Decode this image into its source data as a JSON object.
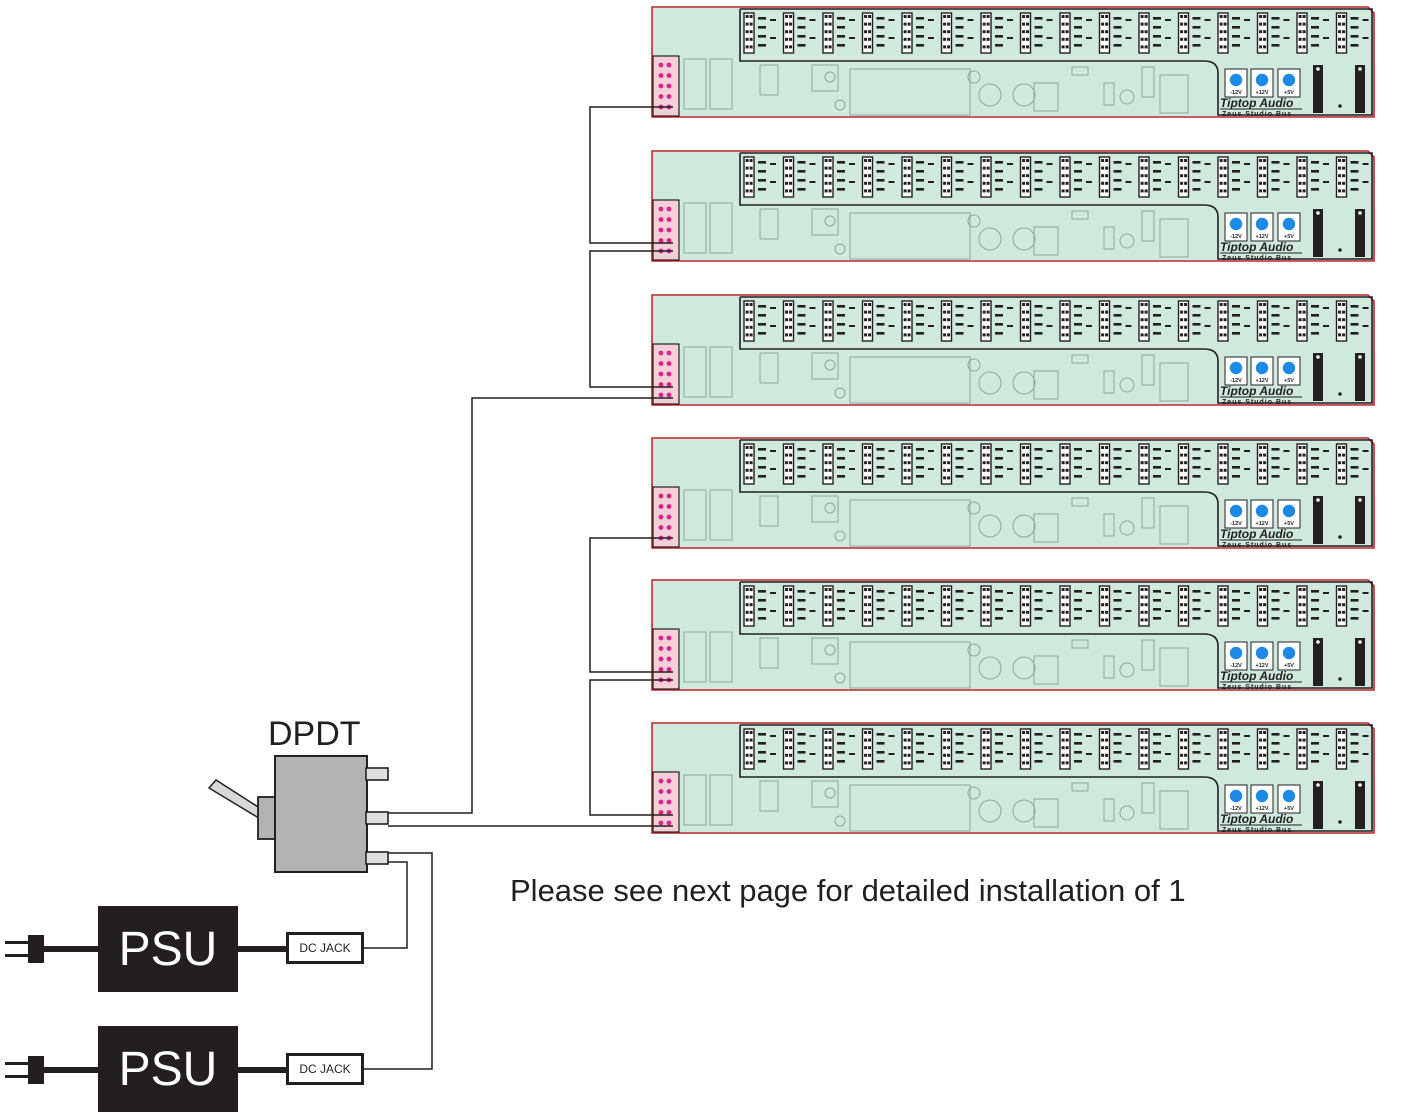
{
  "diagram": {
    "switch_label": "DPDT",
    "psu_units": [
      {
        "label": "PSU",
        "jack_label": "DC JACK"
      },
      {
        "label": "PSU",
        "jack_label": "DC JACK"
      }
    ],
    "footnote": "Please see next page for detailed installation of 1",
    "boards": [
      {
        "brand": "Tiptop Audio",
        "product": "Zeus Studio Bus",
        "rails": [
          "-12V",
          "+12V",
          "+5V"
        ]
      },
      {
        "brand": "Tiptop Audio",
        "product": "Zeus Studio Bus",
        "rails": [
          "-12V",
          "+12V",
          "+5V"
        ]
      },
      {
        "brand": "Tiptop Audio",
        "product": "Zeus Studio Bus",
        "rails": [
          "-12V",
          "+12V",
          "+5V"
        ]
      },
      {
        "brand": "Tiptop Audio",
        "product": "Zeus Studio Bus",
        "rails": [
          "-12V",
          "+12V",
          "+5V"
        ]
      },
      {
        "brand": "Tiptop Audio",
        "product": "Zeus Studio Bus",
        "rails": [
          "-12V",
          "+12V",
          "+5V"
        ]
      },
      {
        "brand": "Tiptop Audio",
        "product": "Zeus Studio Bus",
        "rails": [
          "-12V",
          "+12V",
          "+5V"
        ]
      }
    ],
    "colors": {
      "board_fill": "#cfe9dc",
      "board_outline": "#c1272d",
      "header_fill": "#f3d0d8",
      "pin": "#e0218a",
      "led": "#1e88e5",
      "wire": "#231f20",
      "switch_body": "#b3b3b3"
    }
  }
}
